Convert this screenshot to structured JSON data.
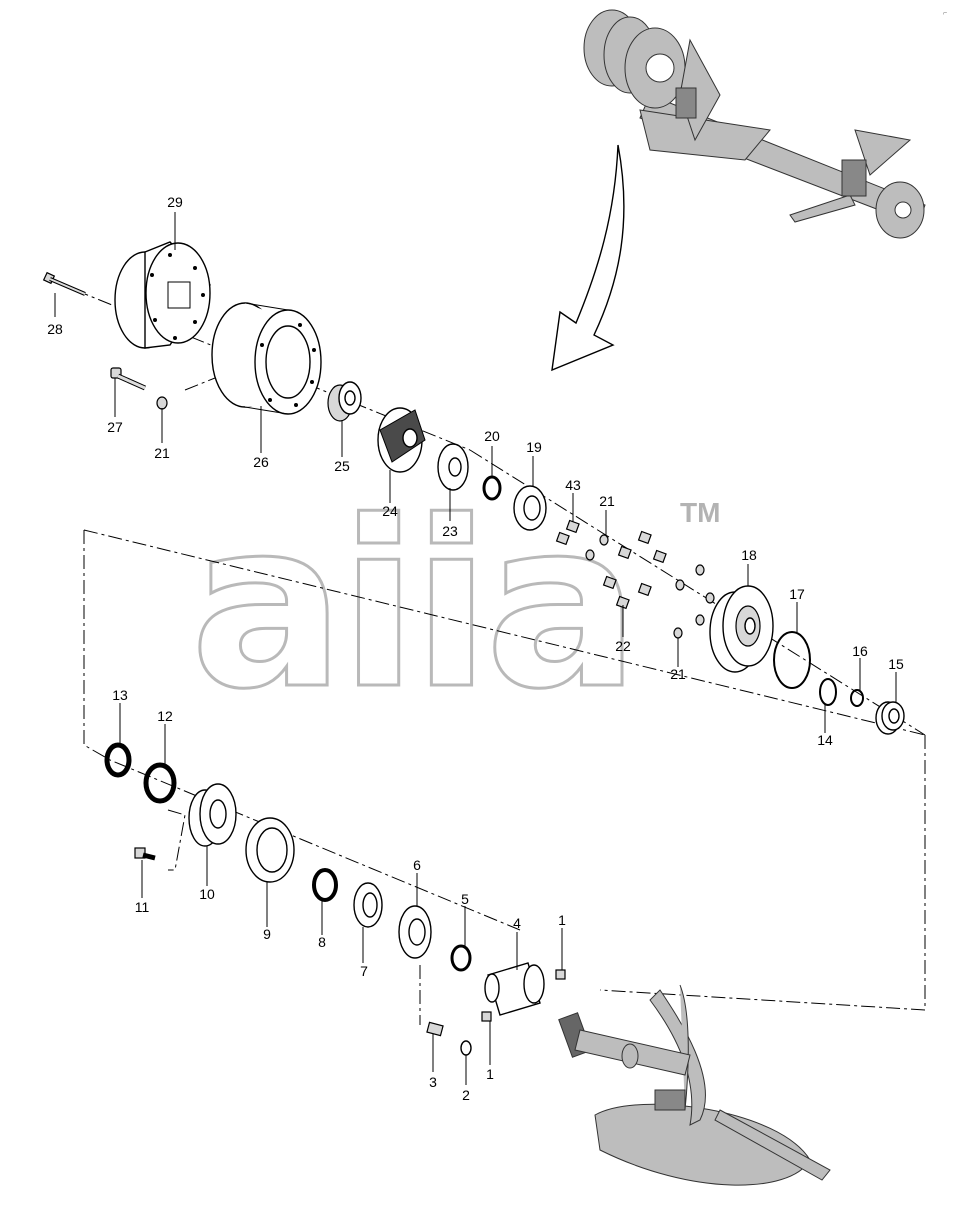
{
  "diagram": {
    "watermark_text": "aiia",
    "watermark_trademark": "TM",
    "callouts": [
      {
        "id": "p29",
        "label": "29"
      },
      {
        "id": "p28",
        "label": "28"
      },
      {
        "id": "p27",
        "label": "27"
      },
      {
        "id": "p21a",
        "label": "21"
      },
      {
        "id": "p26",
        "label": "26"
      },
      {
        "id": "p25",
        "label": "25"
      },
      {
        "id": "p24",
        "label": "24"
      },
      {
        "id": "p23",
        "label": "23"
      },
      {
        "id": "p20",
        "label": "20"
      },
      {
        "id": "p19",
        "label": "19"
      },
      {
        "id": "p43",
        "label": "43"
      },
      {
        "id": "p21b",
        "label": "21"
      },
      {
        "id": "p22",
        "label": "22"
      },
      {
        "id": "p21c",
        "label": "21"
      },
      {
        "id": "p18",
        "label": "18"
      },
      {
        "id": "p17",
        "label": "17"
      },
      {
        "id": "p16",
        "label": "16"
      },
      {
        "id": "p15",
        "label": "15"
      },
      {
        "id": "p14",
        "label": "14"
      },
      {
        "id": "p13",
        "label": "13"
      },
      {
        "id": "p12",
        "label": "12"
      },
      {
        "id": "p10",
        "label": "10"
      },
      {
        "id": "p11",
        "label": "11"
      },
      {
        "id": "p9",
        "label": "9"
      },
      {
        "id": "p8",
        "label": "8"
      },
      {
        "id": "p7",
        "label": "7"
      },
      {
        "id": "p6",
        "label": "6"
      },
      {
        "id": "p5",
        "label": "5"
      },
      {
        "id": "p4",
        "label": "4"
      },
      {
        "id": "p1a",
        "label": "1"
      },
      {
        "id": "p1b",
        "label": "1"
      },
      {
        "id": "p3",
        "label": "3"
      },
      {
        "id": "p2",
        "label": "2"
      }
    ]
  }
}
